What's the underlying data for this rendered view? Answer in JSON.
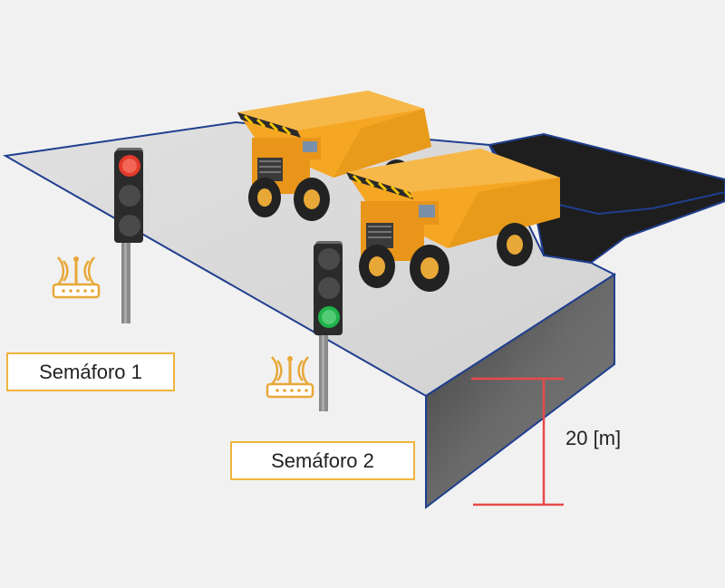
{
  "labels": {
    "traffic_light_1": "Semáforo 1",
    "traffic_light_2": "Semáforo 2",
    "height": "20 [m]"
  },
  "traffic_lights": [
    {
      "name": "Semáforo 1",
      "active_light": "red"
    },
    {
      "name": "Semáforo 2",
      "active_light": "green"
    }
  ],
  "colors": {
    "background": "#f1f1f1",
    "road": "#d9d9d9",
    "road_edge": "#1f3f8f",
    "pit": "#1e1e1e",
    "wall": "#5a5a5a",
    "label_border": "#f0b43c",
    "dimension_line": "#e84a4a",
    "truck_body": "#f5a623",
    "wifi_icon": "#e8a838",
    "light_red": "#e23a2a",
    "light_green": "#1fb34a",
    "light_off": "#4a4a4a"
  },
  "icons": [
    "wifi-router-icon",
    "traffic-light-icon",
    "mining-truck-icon"
  ]
}
